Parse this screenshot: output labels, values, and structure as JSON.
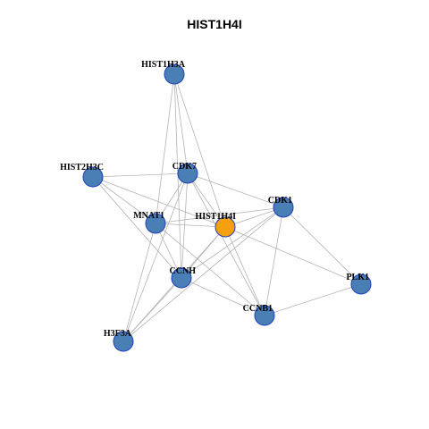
{
  "title": "HIST1H4I",
  "colors": {
    "node": "#4a7fb5",
    "center": "#f5a00f",
    "stroke": "#1f3fbf",
    "edge": "#b3b3b3"
  },
  "nodes": [
    {
      "id": "HIST1H3A",
      "center": false
    },
    {
      "id": "HIST2H3C",
      "center": false
    },
    {
      "id": "CDK7",
      "center": false
    },
    {
      "id": "CDK1",
      "center": false
    },
    {
      "id": "MNAT1",
      "center": false
    },
    {
      "id": "HIST1H4I",
      "center": true
    },
    {
      "id": "CCNH",
      "center": false
    },
    {
      "id": "PLK1",
      "center": false
    },
    {
      "id": "CCNB1",
      "center": false
    },
    {
      "id": "H3F3A",
      "center": false
    }
  ],
  "edges": [
    [
      "HIST1H3A",
      "CDK7"
    ],
    [
      "HIST1H3A",
      "MNAT1"
    ],
    [
      "HIST1H3A",
      "HIST1H4I"
    ],
    [
      "HIST1H3A",
      "CCNH"
    ],
    [
      "HIST2H3C",
      "CDK7"
    ],
    [
      "HIST2H3C",
      "MNAT1"
    ],
    [
      "HIST2H3C",
      "HIST1H4I"
    ],
    [
      "HIST2H3C",
      "CCNH"
    ],
    [
      "CDK7",
      "CDK1"
    ],
    [
      "CDK7",
      "MNAT1"
    ],
    [
      "CDK7",
      "HIST1H4I"
    ],
    [
      "CDK7",
      "CCNH"
    ],
    [
      "CDK7",
      "CCNB1"
    ],
    [
      "CDK7",
      "H3F3A"
    ],
    [
      "CDK1",
      "MNAT1"
    ],
    [
      "CDK1",
      "HIST1H4I"
    ],
    [
      "CDK1",
      "CCNH"
    ],
    [
      "CDK1",
      "PLK1"
    ],
    [
      "CDK1",
      "CCNB1"
    ],
    [
      "CDK1",
      "H3F3A"
    ],
    [
      "MNAT1",
      "HIST1H4I"
    ],
    [
      "MNAT1",
      "CCNH"
    ],
    [
      "MNAT1",
      "CCNB1"
    ],
    [
      "MNAT1",
      "H3F3A"
    ],
    [
      "HIST1H4I",
      "CCNH"
    ],
    [
      "HIST1H4I",
      "PLK1"
    ],
    [
      "HIST1H4I",
      "CCNB1"
    ],
    [
      "HIST1H4I",
      "H3F3A"
    ],
    [
      "CCNH",
      "CCNB1"
    ],
    [
      "CCNH",
      "H3F3A"
    ],
    [
      "PLK1",
      "CCNB1"
    ]
  ]
}
